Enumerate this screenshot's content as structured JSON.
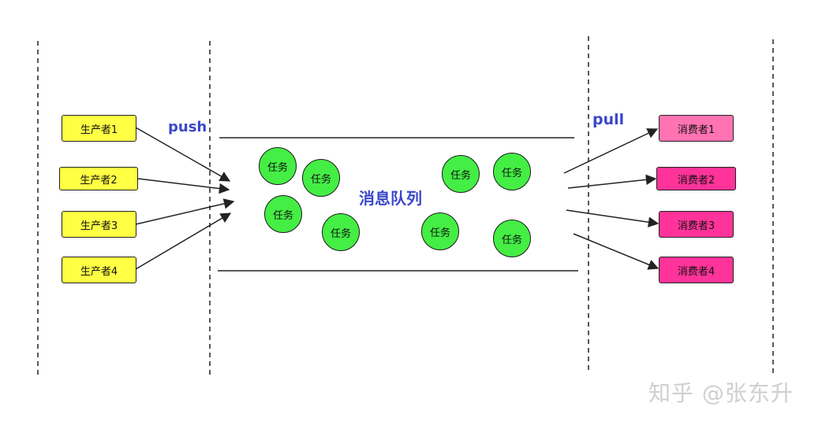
{
  "producers": [
    "生产者1",
    "生产者2",
    "生产者3",
    "生产者4"
  ],
  "consumers": [
    "消费者1",
    "消费者2",
    "消费者3",
    "消费者4"
  ],
  "push_label": "push",
  "pull_label": "pull",
  "queue_label": "消息队列",
  "task_label": "任务",
  "watermark": "知乎 @张东升",
  "colors": {
    "producer": "#ffff44",
    "consumer_first": "#ff73b3",
    "consumer": "#ff3399",
    "task": "#44ee44",
    "label": "#3b48c9"
  }
}
